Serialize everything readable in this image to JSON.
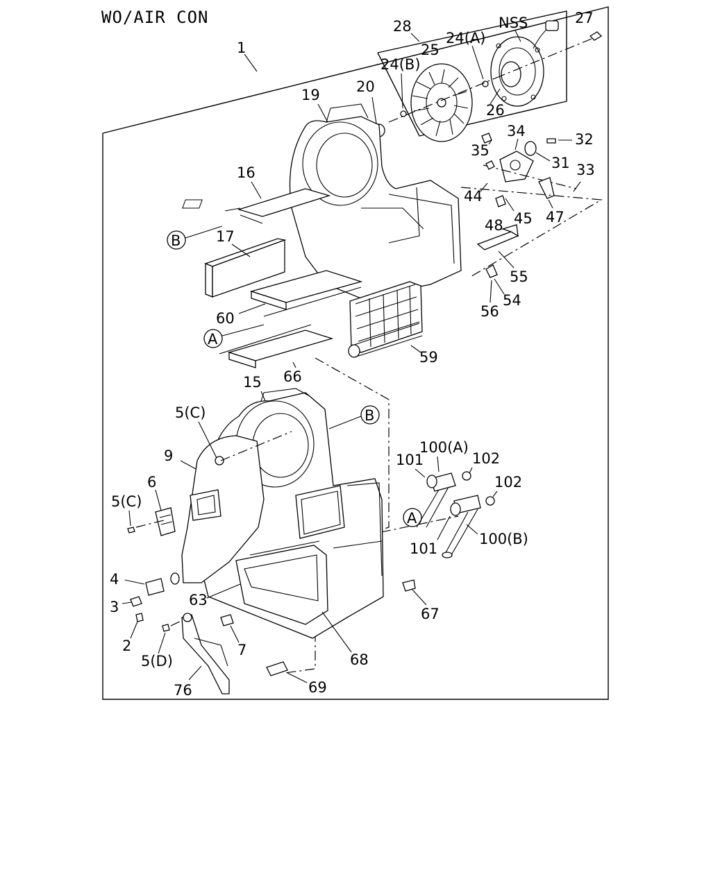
{
  "title": "WO/AIR CON",
  "callouts": {
    "c1": "1",
    "c2": "2",
    "c3": "3",
    "c4": "4",
    "c5c_a": "5(C)",
    "c5c_b": "5(C)",
    "c5d": "5(D)",
    "c6": "6",
    "c7": "7",
    "c9": "9",
    "c15": "15",
    "c16": "16",
    "c17": "17",
    "c19": "19",
    "c20": "20",
    "c24a": "24(A)",
    "c24b": "24(B)",
    "c25": "25",
    "c26": "26",
    "c27": "27",
    "c28": "28",
    "nss": "NSS",
    "c31": "31",
    "c32": "32",
    "c33": "33",
    "c34": "34",
    "c35": "35",
    "c44": "44",
    "c45": "45",
    "c47": "47",
    "c48": "48",
    "c54": "54",
    "c55": "55",
    "c56": "56",
    "c59": "59",
    "c60": "60",
    "c63": "63",
    "c66": "66",
    "c67": "67",
    "c68": "68",
    "c69": "69",
    "c76": "76",
    "c100a": "100(A)",
    "c100b": "100(B)",
    "c101a": "101",
    "c101b": "101",
    "c102a": "102",
    "c102b": "102"
  },
  "refs": {
    "a": "A",
    "b": "B"
  }
}
